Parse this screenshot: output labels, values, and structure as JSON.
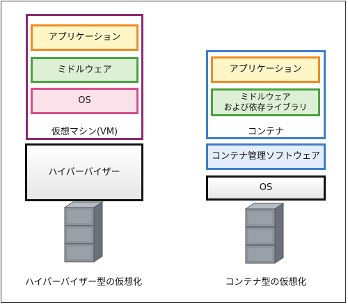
{
  "hypervisor_side": {
    "app": "アプリケーション",
    "middleware": "ミドルウェア",
    "os": "OS",
    "vm_label": "仮想マシン(VM)",
    "hypervisor": "ハイパーバイザー",
    "caption": "ハイパーバイザー型の仮想化"
  },
  "container_side": {
    "app": "アプリケーション",
    "middleware_line1": "ミドルウェア",
    "middleware_line2": "および依存ライブラリ",
    "container_label": "コンテナ",
    "container_mgmt": "コンテナ管理ソフトウェア",
    "os": "OS",
    "caption": "コンテナ型の仮想化"
  },
  "colors": {
    "vm_border": "#8c2a72",
    "app_border": "#f08a22",
    "app_fill": "#fff6c8",
    "middleware_border": "#49a23d",
    "middleware_fill": "#ddf0d6",
    "os_border": "#d64d88",
    "os_fill": "#fbe1ea",
    "container_border": "#3f7dc9",
    "container_mgmt_fill": "#e4eefb"
  },
  "icons": [
    "server-icon",
    "server-icon"
  ]
}
